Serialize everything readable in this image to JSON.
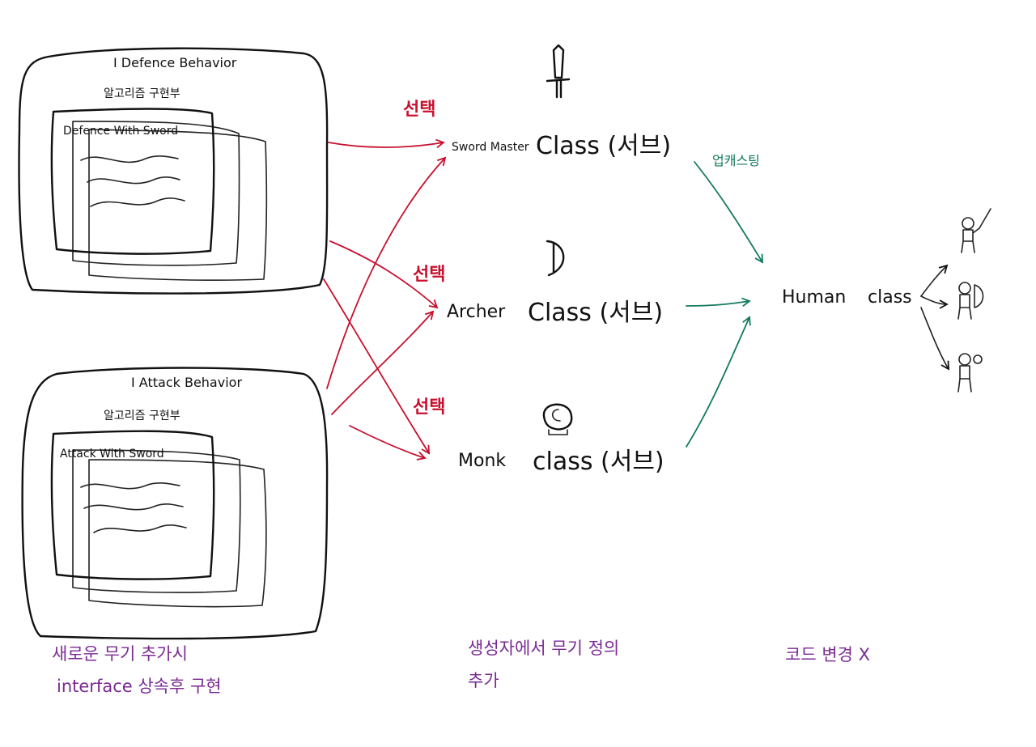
{
  "interfaces": [
    {
      "title": "I Defence Behavior",
      "section_label": "알고리즘 구현부",
      "impl_name": "Defence With Sword"
    },
    {
      "title": "I Attack Behavior",
      "section_label": "알고리즘 구현부",
      "impl_name": "Attack With Sword"
    }
  ],
  "subclasses": [
    {
      "name": "Sword Master",
      "class_label": "Class (서브)",
      "weapon_icon": "sword-icon"
    },
    {
      "name": "Archer",
      "class_label": "Class (서브)",
      "weapon_icon": "bow-icon"
    },
    {
      "name": "Monk",
      "class_label": "class (서브)",
      "weapon_icon": "glove-icon"
    }
  ],
  "select_labels": [
    "선택",
    "선택",
    "선택"
  ],
  "upcasting_label": "업캐스팅",
  "human": {
    "name": "Human",
    "class_label": "class"
  },
  "notes": {
    "left": [
      "새로운 무기 추가시",
      "interface 상속후 구현"
    ],
    "middle": [
      "생성자에서 무기 정의",
      "추가"
    ],
    "right": "코드 변경 X"
  },
  "colors": {
    "select_arrows": "#c8102e",
    "upcast_arrows": "#127a5f",
    "notes": "#7a2a93"
  }
}
